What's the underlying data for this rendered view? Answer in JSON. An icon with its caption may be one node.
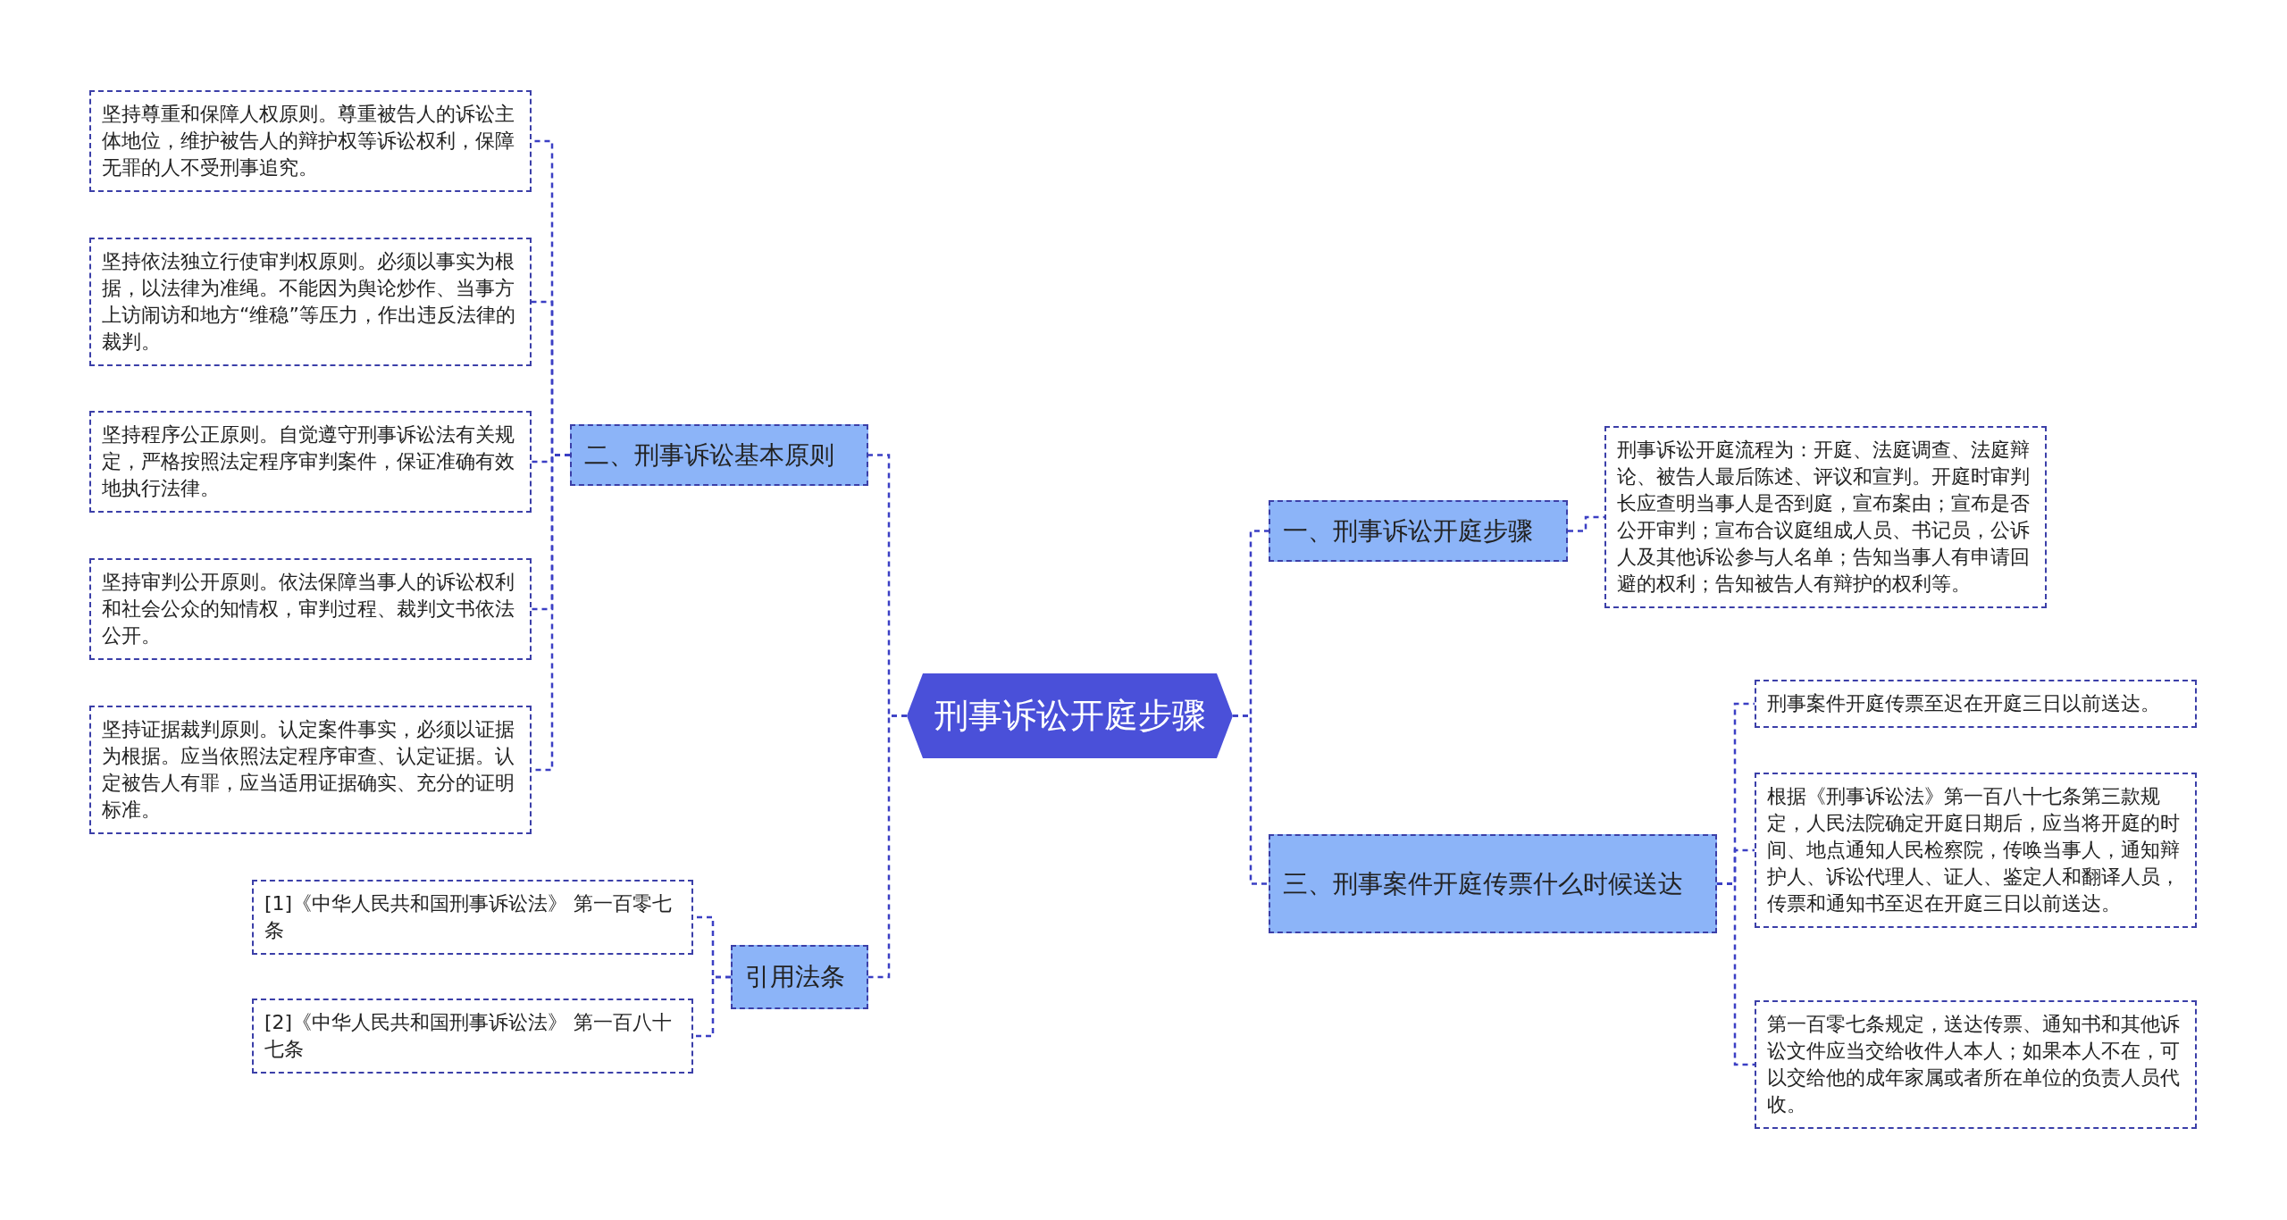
{
  "diagram": {
    "nodes": [
      {
        "text": [
          "刑事诉讼开庭步骤"
        ]
      },
      {
        "text": [
          "二、刑事诉讼基本原则"
        ]
      },
      {
        "text": [
          "坚持尊重和保障人权原则。尊重被告人的诉讼主体地位，维护被告人的辩护权等诉讼权利，保障无罪的人不受刑事追究。"
        ]
      },
      {
        "text": [
          "坚持依法独立行使审判权原则。必须以事实为根据，以法律为准绳。不能因为舆论炒作、当事方上访闹访和地方“维稳”等压力，作出违反法律的裁判。"
        ]
      },
      {
        "text": [
          "坚持程序公正原则。自觉遵守刑事诉讼法有关规定，严格按照法定程序审判案件，保证准确有效地执行法律。"
        ]
      },
      {
        "text": [
          "坚持审判公开原则。依法保障当事人的诉讼权利和社会公众的知情权，审判过程、裁判文书依法公开。"
        ]
      },
      {
        "text": [
          "坚持证据裁判原则。认定案件事实，必须以证据为根据。应当依照法定程序审查、认定证据。认定被告人有罪，应当适用证据确实、充分的证明标准。"
        ]
      },
      {
        "text": [
          "引用法条"
        ]
      },
      {
        "text": [
          "[1]《中华人民共和国刑事诉讼法》 第一百零七条"
        ]
      },
      {
        "text": [
          "[2]《中华人民共和国刑事诉讼法》 第一百八十七条"
        ]
      },
      {
        "text": [
          "一、刑事诉讼开庭步骤"
        ]
      },
      {
        "text": [
          "刑事诉讼开庭流程为：开庭、法庭调查、法庭辩论、被告人最后陈述、评议和宣判。开庭时审判长应查明当事人是否到庭，宣布案由；宣布是否公开审判；宣布合议庭组成人员、书记员，公诉人及其他诉讼参与人名单；告知当事人有申请回避的权利；告知被告人有辩护的权利等。"
        ]
      },
      {
        "text": [
          "三、刑事案件开庭传票什么时候送达"
        ]
      },
      {
        "text": [
          "刑事案件开庭传票至迟在开庭三日以前送达。"
        ]
      },
      {
        "text": [
          "根据《刑事诉讼法》第一百八十七条第三款规定，人民法院确定开庭日期后，应当将开庭的时间、地点通知人民检察院，传唤当事人，通知辩护人、诉讼代理人、证人、鉴定人和翻译人员，传票和通知书至迟在开庭三日以前送达。"
        ]
      },
      {
        "text": [
          "第一百零七条规定，送达传票、通知书和其他诉讼文件应当交给收件人本人；如果本人不在，可以交给他的成年家属或者所在单位的负责人员代收。"
        ]
      }
    ],
    "edges": [
      {
        "from": 0,
        "to": 1,
        "arrow": "none"
      },
      {
        "from": 1,
        "to": 2,
        "arrow": "none"
      },
      {
        "from": 1,
        "to": 3,
        "arrow": "none"
      },
      {
        "from": 1,
        "to": 4,
        "arrow": "none"
      },
      {
        "from": 1,
        "to": 5,
        "arrow": "none"
      },
      {
        "from": 1,
        "to": 6,
        "arrow": "none"
      },
      {
        "from": 0,
        "to": 7,
        "arrow": "none"
      },
      {
        "from": 7,
        "to": 8,
        "arrow": "none"
      },
      {
        "from": 7,
        "to": 9,
        "arrow": "none"
      },
      {
        "from": 0,
        "to": 10,
        "arrow": "none"
      },
      {
        "from": 10,
        "to": 11,
        "arrow": "none"
      },
      {
        "from": 0,
        "to": 12,
        "arrow": "none"
      },
      {
        "from": 12,
        "to": 13,
        "arrow": "none"
      },
      {
        "from": 12,
        "to": 14,
        "arrow": "none"
      },
      {
        "from": 12,
        "to": 15,
        "arrow": "none"
      }
    ]
  }
}
